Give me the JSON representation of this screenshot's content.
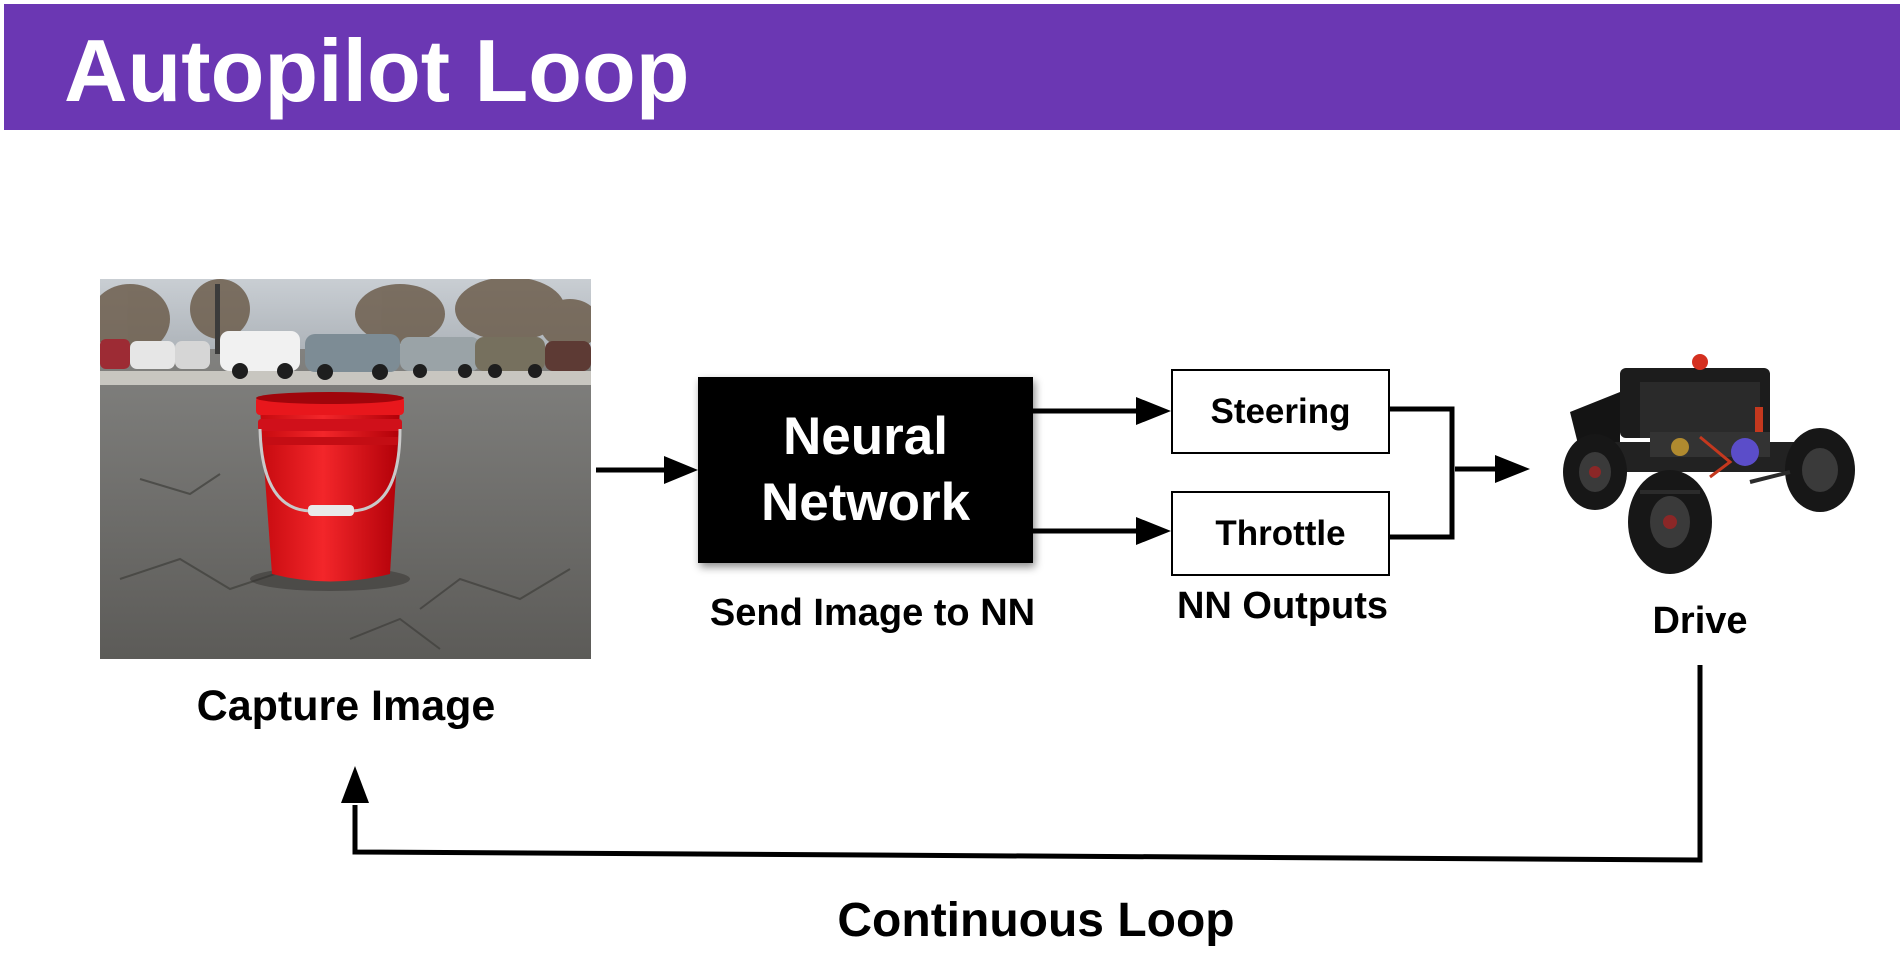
{
  "header": {
    "title": "Autopilot Loop",
    "color": "#6b37b3"
  },
  "capture": {
    "caption": "Capture Image",
    "image": "photo of a red bucket on an asphalt parking lot with parked cars"
  },
  "neural_network": {
    "label": "Neural Network",
    "caption": "Send Image to NN"
  },
  "outputs": {
    "steering_label": "Steering",
    "throttle_label": "Throttle",
    "caption": "NN Outputs"
  },
  "drive": {
    "caption": "Drive",
    "image": "photo of a small autonomous RC car chassis"
  },
  "loop": {
    "caption": "Continuous Loop"
  }
}
